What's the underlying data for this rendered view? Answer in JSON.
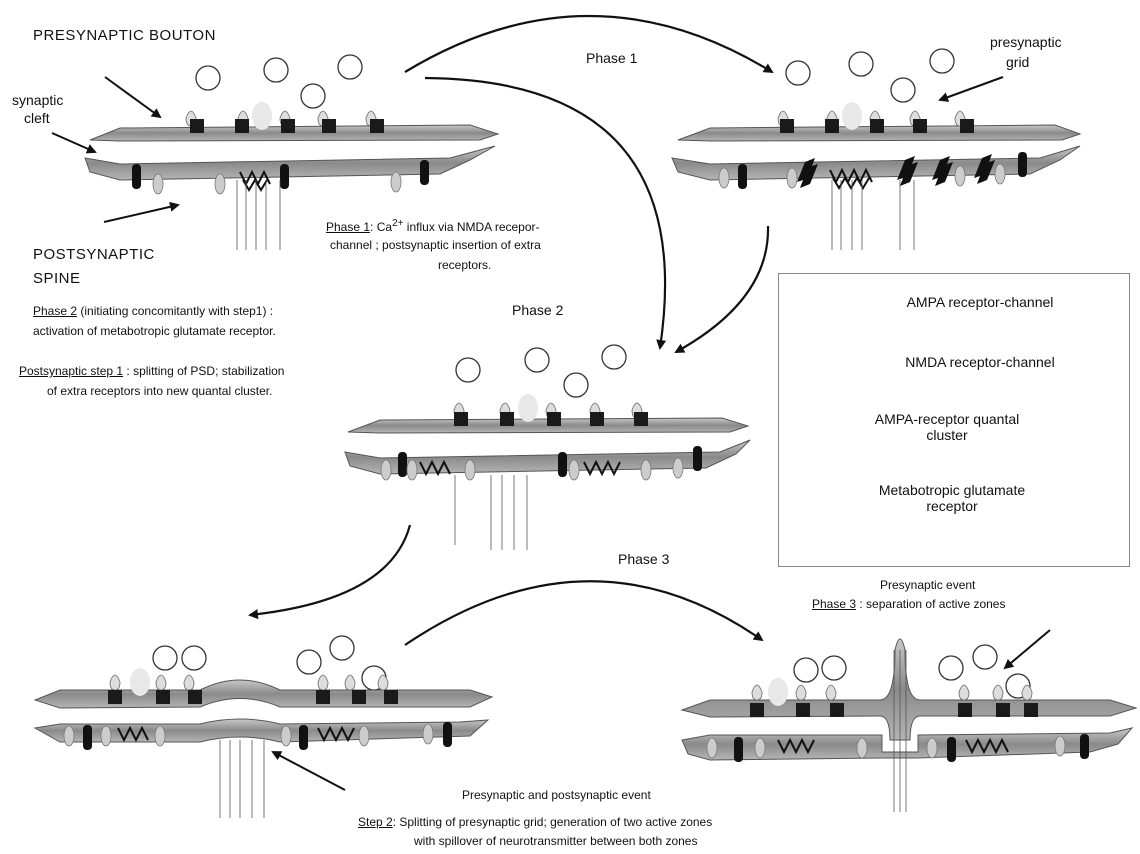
{
  "labels": {
    "presynaptic_bouton": "PRESYNAPTIC BOUTON",
    "synaptic": "synaptic",
    "cleft": "cleft",
    "postsynaptic": "POSTSYNAPTIC",
    "spine": "SPINE",
    "presynaptic": "presynaptic",
    "grid": "grid"
  },
  "phases": {
    "phase1": "Phase 1",
    "phase2": "Phase 2",
    "phase3": "Phase 3"
  },
  "notes": {
    "phase1_head": "Phase 1",
    "phase1_a": ": Ca",
    "phase1_sup": "2+",
    "phase1_b": "  influx via NMDA recepor-",
    "phase1_line2": "channel ; postsynaptic insertion of extra",
    "phase1_line3": "receptors.",
    "phase2_head": "Phase 2",
    "phase2_a": "  (initiating concomitantly  with step1) :",
    "phase2_line2": "activation of metabotropic glutamate receptor.",
    "post_head": "Postsynaptic step 1",
    "post_a": " : splitting of PSD; stabilization",
    "post_line2": "of extra receptors into new quantal cluster.",
    "pre_event": "Presynaptic event",
    "phase3_head": "Phase  3",
    "phase3_a": " : separation of  active zones",
    "prepost_event": "Presynaptic and postsynaptic event",
    "step2_head": "Step  2",
    "step2_a": ":  Splitting of presynaptic grid; generation of two active zones",
    "step2_line2": "with  spillover of neurotransmitter between both zones"
  },
  "legend": {
    "ampa": "AMPA receptor-channel",
    "nmda": "NMDA receptor-channel",
    "cluster": "AMPA-receptor quantal cluster",
    "mglu": "Metabotropic glutamate receptor"
  },
  "colors": {
    "membrane": "#9a9a9a",
    "membrane_dark": "#555555",
    "block": "#1a1a1a",
    "line": "#111111"
  }
}
